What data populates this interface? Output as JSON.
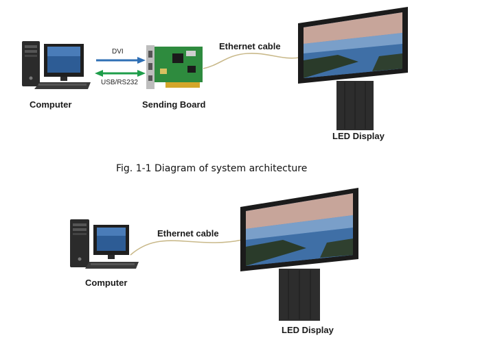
{
  "top": {
    "computer_label": "Computer",
    "dvi_label": "DVI",
    "usb_label": "USB/RS232",
    "sending_board_label": "Sending Board",
    "cable_label": "Ethernet cable",
    "led_label": "LED Display"
  },
  "caption": "Fig. 1-1 Diagram of system architecture",
  "bottom": {
    "computer_label": "Computer",
    "cable_label": "Ethernet cable",
    "led_label": "LED Display"
  },
  "colors": {
    "dvi_arrow": "#2f6fb5",
    "usb_arrow": "#1e9e4a",
    "board_green": "#2e8b3e",
    "cable": "#c9b98a"
  }
}
